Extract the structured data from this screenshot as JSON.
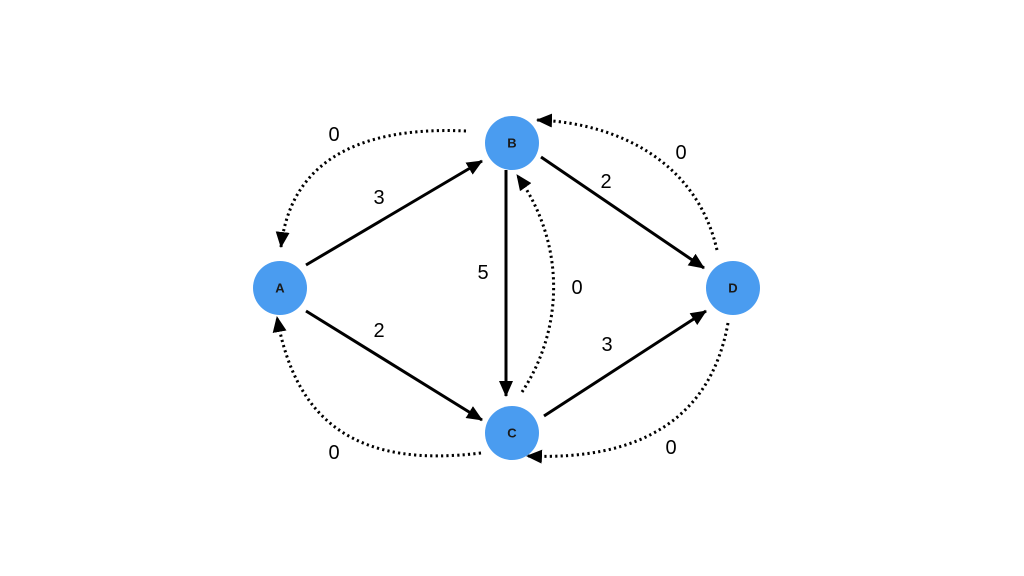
{
  "colors": {
    "node_fill": "#4a9cf0",
    "edge": "#000000",
    "background": "#ffffff"
  },
  "nodes": [
    {
      "id": "A",
      "label": "A"
    },
    {
      "id": "B",
      "label": "B"
    },
    {
      "id": "C",
      "label": "C"
    },
    {
      "id": "D",
      "label": "D"
    }
  ],
  "edges": [
    {
      "from": "A",
      "to": "B",
      "weight": "3",
      "style": "solid"
    },
    {
      "from": "A",
      "to": "C",
      "weight": "2",
      "style": "solid"
    },
    {
      "from": "B",
      "to": "C",
      "weight": "5",
      "style": "solid"
    },
    {
      "from": "B",
      "to": "D",
      "weight": "2",
      "style": "solid"
    },
    {
      "from": "C",
      "to": "D",
      "weight": "3",
      "style": "solid"
    },
    {
      "from": "B",
      "to": "A",
      "weight": "0",
      "style": "dotted"
    },
    {
      "from": "C",
      "to": "A",
      "weight": "0",
      "style": "dotted"
    },
    {
      "from": "C",
      "to": "B",
      "weight": "0",
      "style": "dotted"
    },
    {
      "from": "D",
      "to": "B",
      "weight": "0",
      "style": "dotted"
    },
    {
      "from": "D",
      "to": "C",
      "weight": "0",
      "style": "dotted"
    }
  ]
}
